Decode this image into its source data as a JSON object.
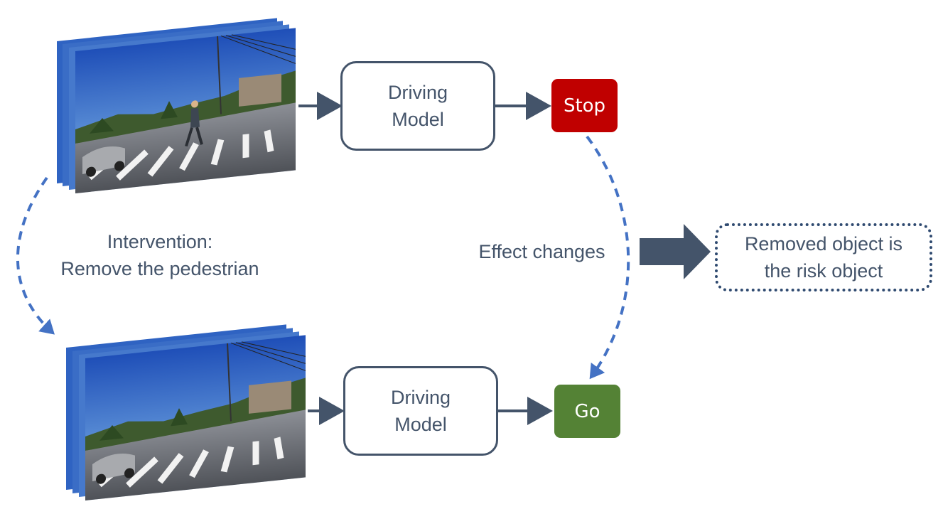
{
  "top_row": {
    "model_label": "Driving\nModel",
    "decision_label": "Stop",
    "decision_color": "#c00000"
  },
  "bottom_row": {
    "model_label": "Driving\nModel",
    "decision_label": "Go",
    "decision_color": "#548235"
  },
  "intervention_label": "Intervention:\nRemove the pedestrian",
  "effect_label": "Effect changes",
  "result_label": "Removed object is\nthe risk object",
  "colors": {
    "box_border": "#44546a",
    "arrow": "#44546a",
    "dashed_arrow": "#4472c4",
    "sky": "#2f63c2",
    "road": "#6e7075"
  },
  "icons": {
    "top_frames": "street-scene-with-pedestrian-image",
    "bottom_frames": "street-scene-without-pedestrian-image"
  }
}
